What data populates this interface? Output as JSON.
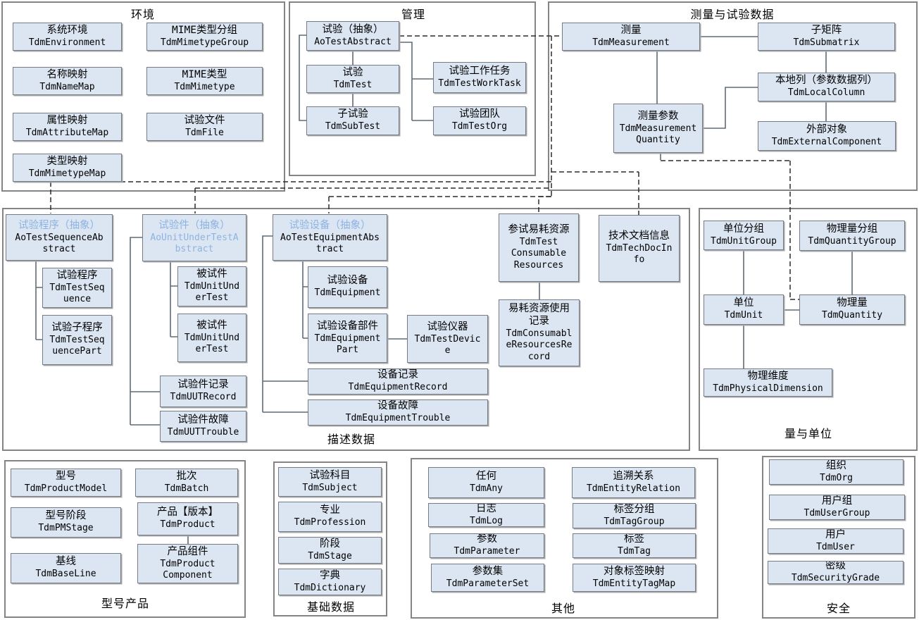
{
  "colors": {
    "box_fill": "#dce6f2",
    "box_border": "#747c88",
    "section_border": "#848484",
    "abstract_title_text": "#8db3e2",
    "solid_line": "#5f6b76",
    "dashed_line": "#2b2b2b"
  },
  "sections": {
    "environment": {
      "label": "环境",
      "entities": {
        "system_env": {
          "cn": "系统环境",
          "en": "TdmEnvironment"
        },
        "mimetype_group": {
          "cn": "MIME类型分组",
          "en": "TdmMimetypeGroup"
        },
        "name_map": {
          "cn": "名称映射",
          "en": "TdmNameMap"
        },
        "mimetype": {
          "cn": "MIME类型",
          "en": "TdmMimetype"
        },
        "attribute_map": {
          "cn": "属性映射",
          "en": "TdmAttributeMap"
        },
        "test_file": {
          "cn": "试验文件",
          "en": "TdmFile"
        },
        "mimetype_map": {
          "cn": "类型映射",
          "en": "TdmMimetypeMap"
        }
      }
    },
    "management": {
      "label": "管理",
      "entities": {
        "test_abstract": {
          "cn": "试验（抽象）",
          "en": "AoTestAbstract"
        },
        "test": {
          "cn": "试验",
          "en": "TdmTest"
        },
        "sub_test": {
          "cn": "子试验",
          "en": "TdmSubTest"
        },
        "test_work_task": {
          "cn": "试验工作任务",
          "en": "TdmTestWorkTask"
        },
        "test_org": {
          "cn": "试验团队",
          "en": "TdmTestOrg"
        }
      }
    },
    "measurement_data": {
      "label": "测量与试验数据",
      "entities": {
        "measurement": {
          "cn": "测量",
          "en": "TdmMeasurement"
        },
        "submatrix": {
          "cn": "子矩阵",
          "en": "TdmSubmatrix"
        },
        "local_column": {
          "cn": "本地列（参数数据列）",
          "en": "TdmLocalColumn"
        },
        "measurement_quantity": {
          "cn": "测量参数",
          "en": "TdmMeasurement\nQuantity"
        },
        "external_component": {
          "cn": "外部对象",
          "en": "TdmExternalComponent"
        }
      }
    },
    "description_data": {
      "label": "描述数据",
      "entities": {
        "test_sequence_abstract": {
          "cn": "试验程序（抽象）",
          "en": "AoTestSequenceAb\nstract"
        },
        "test_sequence": {
          "cn": "试验程序",
          "en": "TdmTestSeq\nuence"
        },
        "test_sequence_part": {
          "cn": "试验子程序",
          "en": "TdmTestSeq\nuencePart"
        },
        "unit_under_test_abstract": {
          "cn": "试验件（抽象）",
          "en": "AoUnitUnderTestA\nbstract"
        },
        "unit_under_test_1": {
          "cn": "被试件",
          "en": "TdmUnitUnd\nerTest"
        },
        "unit_under_test_2": {
          "cn": "被试件",
          "en": "TdmUnitUnd\nerTest"
        },
        "uut_record": {
          "cn": "试验件记录",
          "en": "TdmUUTRecord"
        },
        "uut_trouble": {
          "cn": "试验件故障",
          "en": "TdmUUTTrouble"
        },
        "test_equipment_abstract": {
          "cn": "试验设备（抽象）",
          "en": "AoTestEquipmentAbs\ntract"
        },
        "equipment": {
          "cn": "试验设备",
          "en": "TdmEquipment"
        },
        "equipment_part": {
          "cn": "试验设备部件",
          "en": "TdmEquipment\nPart"
        },
        "test_device": {
          "cn": "试验仪器",
          "en": "TdmTestDevic\ne"
        },
        "equipment_record": {
          "cn": "设备记录",
          "en": "TdmEquipmentRecord"
        },
        "equipment_trouble": {
          "cn": "设备故障",
          "en": "TdmEquipmentTrouble"
        },
        "test_consumable_resources": {
          "cn": "参试易耗资源",
          "en": "TdmTest\nConsumable\nResources"
        },
        "tech_doc_info": {
          "cn": "技术文档信息",
          "en": "TdmTechDocIn\nfo"
        },
        "consumable_resources_record": {
          "cn": "易耗资源使用\n记录",
          "en": "TdmConsumabl\neResourcesRe\ncord"
        }
      }
    },
    "quantities_units": {
      "label": "量与单位",
      "entities": {
        "unit_group": {
          "cn": "单位分组",
          "en": "TdmUnitGroup"
        },
        "quantity_group": {
          "cn": "物理量分组",
          "en": "TdmQuantityGroup"
        },
        "unit": {
          "cn": "单位",
          "en": "TdmUnit"
        },
        "quantity": {
          "cn": "物理量",
          "en": "TdmQuantity"
        },
        "physical_dimension": {
          "cn": "物理维度",
          "en": "TdmPhysicalDimension"
        }
      }
    },
    "model_product": {
      "label": "型号产品",
      "entities": {
        "product_model": {
          "cn": "型号",
          "en": "TdmProductModel"
        },
        "batch": {
          "cn": "批次",
          "en": "TdmBatch"
        },
        "pm_stage": {
          "cn": "型号阶段",
          "en": "TdmPMStage"
        },
        "product": {
          "cn": "产品【版本】",
          "en": "TdmProduct"
        },
        "base_line": {
          "cn": "基线",
          "en": "TdmBaseLine"
        },
        "product_component": {
          "cn": "产品组件",
          "en": "TdmProduct\nComponent"
        }
      }
    },
    "basic_data": {
      "label": "基础数据",
      "entities": {
        "subject": {
          "cn": "试验科目",
          "en": "TdmSubject"
        },
        "profession": {
          "cn": "专业",
          "en": "TdmProfession"
        },
        "stage": {
          "cn": "阶段",
          "en": "TdmStage"
        },
        "dictionary": {
          "cn": "字典",
          "en": "TdmDictionary"
        }
      }
    },
    "other": {
      "label": "其他",
      "entities": {
        "any": {
          "cn": "任何",
          "en": "TdmAny"
        },
        "entity_relation": {
          "cn": "追溯关系",
          "en": "TdmEntityRelation"
        },
        "log": {
          "cn": "日志",
          "en": "TdmLog"
        },
        "tag_group": {
          "cn": "标签分组",
          "en": "TdmTagGroup"
        },
        "parameter": {
          "cn": "参数",
          "en": "TdmParameter"
        },
        "tag": {
          "cn": "标签",
          "en": "TdmTag"
        },
        "parameter_set": {
          "cn": "参数集",
          "en": "TdmParameterSet"
        },
        "entity_tag_map": {
          "cn": "对象标签映射",
          "en": "TdmEntityTagMap"
        }
      }
    },
    "security": {
      "label": "安全",
      "entities": {
        "org": {
          "cn": "组织",
          "en": "TdmOrg"
        },
        "user_group": {
          "cn": "用户组",
          "en": "TdmUserGroup"
        },
        "user": {
          "cn": "用户",
          "en": "TdmUser"
        },
        "security_grade": {
          "cn": "密级",
          "en": "TdmSecurityGrade"
        }
      }
    }
  }
}
